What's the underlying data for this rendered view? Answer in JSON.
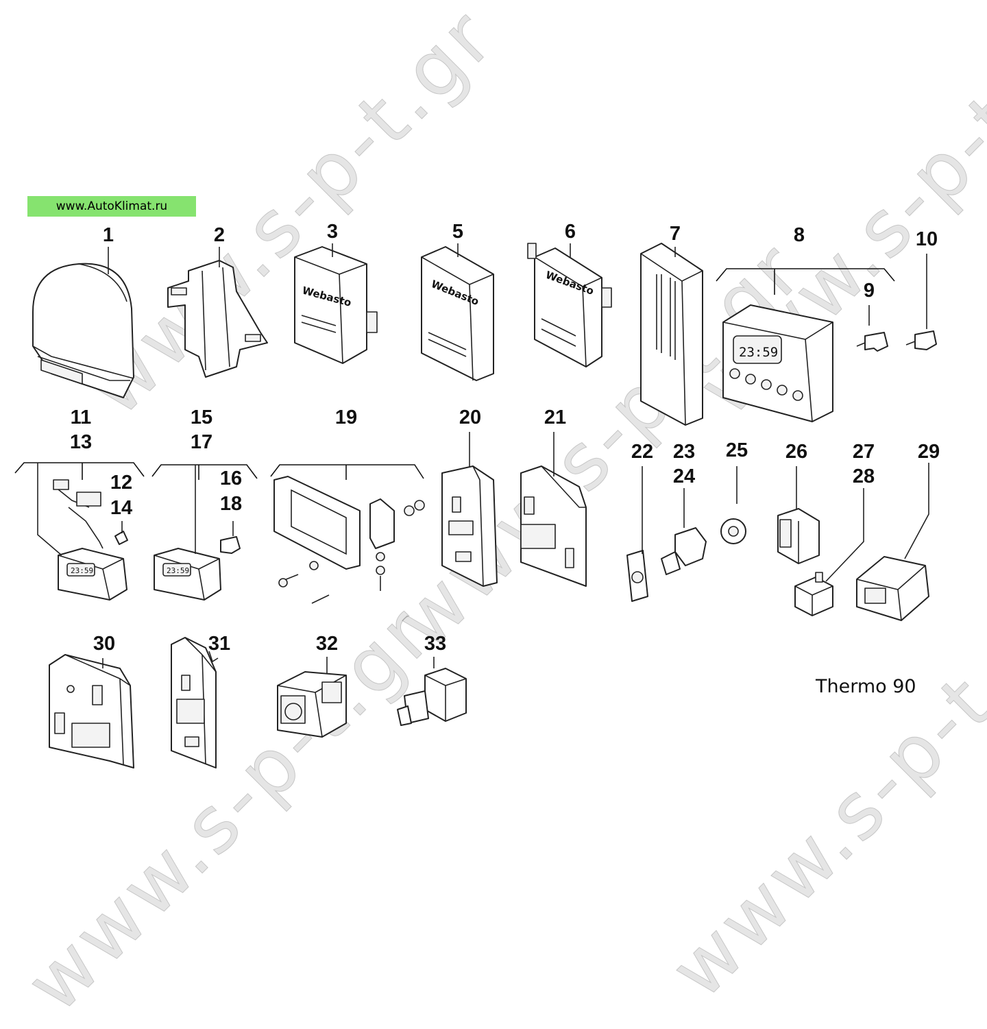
{
  "watermark": "www.s-p-t.gr",
  "source_badge": "www.AutoKlimat.ru",
  "caption": "Thermo 90",
  "brand_logo": "Webasto",
  "clock_display": "23:59",
  "part_labels": {
    "p1": "1",
    "p2": "2",
    "p3": "3",
    "p5": "5",
    "p6": "6",
    "p7": "7",
    "p8": "8",
    "p9": "9",
    "p10": "10",
    "p11": "11",
    "p13": "13",
    "p12": "12",
    "p14": "14",
    "p15": "15",
    "p17": "17",
    "p16": "16",
    "p18": "18",
    "p19": "19",
    "p20": "20",
    "p21": "21",
    "p22": "22",
    "p23": "23",
    "p24": "24",
    "p25": "25",
    "p26": "26",
    "p27": "27",
    "p28": "28",
    "p29": "29",
    "p30": "30",
    "p31": "31",
    "p32": "32",
    "p33": "33"
  }
}
